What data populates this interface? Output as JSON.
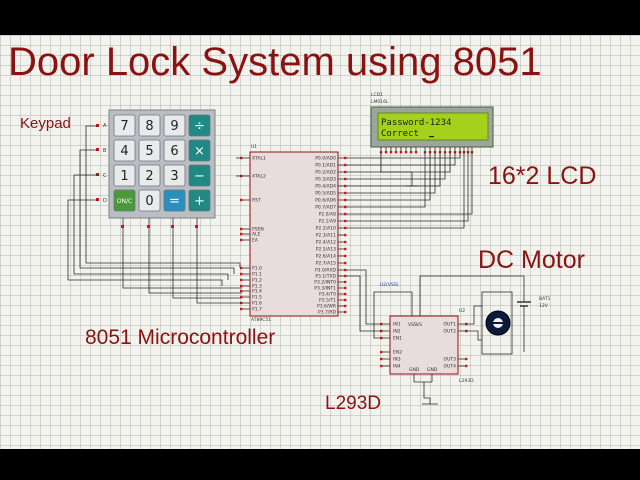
{
  "title": "Door Lock System using 8051",
  "labels": {
    "keypad": "Keypad",
    "lcd": "16*2 LCD",
    "motor": "DC Motor",
    "mcu": "8051 Microcontroller",
    "driver": "L293D"
  },
  "keypad": {
    "keys": [
      "7",
      "8",
      "9",
      "÷",
      "4",
      "5",
      "6",
      "×",
      "1",
      "2",
      "3",
      "−",
      "ON/C",
      "0",
      "=",
      "+"
    ],
    "row_labels": [
      "A",
      "B",
      "C",
      "D"
    ]
  },
  "lcd": {
    "ref": "LCD1",
    "model": "LM016L",
    "line1": "Password-1234",
    "line2": "Correct"
  },
  "mcu": {
    "ref": "U1",
    "part": "AT89C51",
    "left_pins": [
      "XTAL1",
      "XTAL2",
      "RST",
      "PSEN",
      "ALE",
      "EA",
      "P1.0",
      "P1.1",
      "P1.2",
      "P1.3",
      "P1.4",
      "P1.5",
      "P1.6",
      "P1.7"
    ],
    "right_pins": [
      "P0.0/AD0",
      "P0.1/AD1",
      "P0.2/AD2",
      "P0.3/AD3",
      "P0.4/AD4",
      "P0.5/AD5",
      "P0.6/AD6",
      "P0.7/AD7",
      "P2.0/A8",
      "P2.1/A9",
      "P2.2/A10",
      "P2.3/A11",
      "P2.4/A12",
      "P2.5/A13",
      "P2.6/A14",
      "P2.7/A15",
      "P3.0/RXD",
      "P3.1/TXD",
      "P3.2/INT0",
      "P3.3/INT1",
      "P3.4/T0",
      "P3.5/T1",
      "P3.6/WR",
      "P3.7/RD"
    ]
  },
  "driver": {
    "ref": "U2",
    "part": "L293D",
    "left_pins": [
      "IN1",
      "IN2",
      "EN1",
      "EN2",
      "IN3",
      "IN4"
    ],
    "right_pins": [
      "OUT1",
      "OUT2",
      "OUT3",
      "OUT4"
    ],
    "top_pins": [
      "VSS",
      "VS"
    ],
    "bottom_pins": [
      "GND",
      "GND"
    ]
  },
  "battery": {
    "ref": "BAT1",
    "value": "12V"
  },
  "net_label": "U2(VSS)"
}
